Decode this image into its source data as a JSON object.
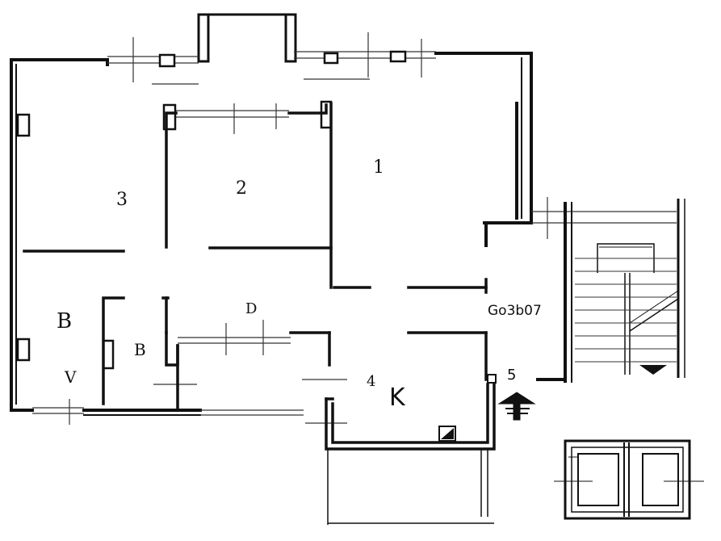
{
  "plan": {
    "drawing_code": "Go3b07",
    "stair_number": "5",
    "rooms": {
      "room_1": "1",
      "room_2": "2",
      "room_3": "3",
      "bath_1": "B",
      "bath_2": "B",
      "kitchen": "K",
      "kitchen_prefix": "4",
      "mark_a": "V",
      "mark_b": "D"
    }
  },
  "colors": {
    "ink": "#111111",
    "paper": "#ffffff",
    "thin": "#333333"
  }
}
